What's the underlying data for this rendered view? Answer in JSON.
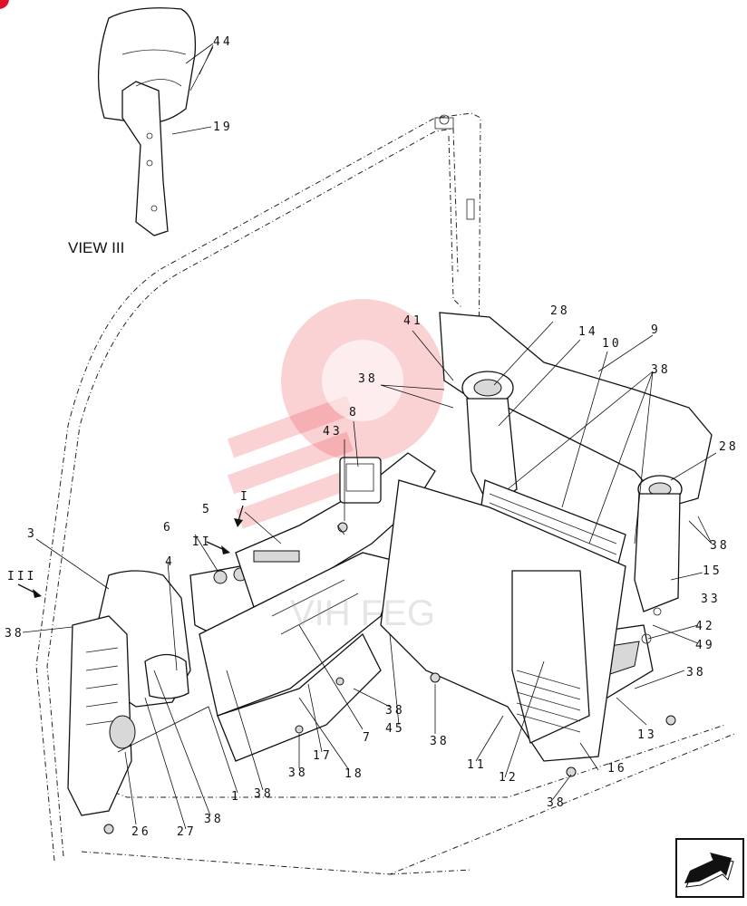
{
  "view_label": "VIEW III",
  "callouts": {
    "c44": "44",
    "c19": "19",
    "c41": "41",
    "c28a": "28",
    "c14": "14",
    "c9": "9",
    "c10": "10",
    "c38a": "38",
    "c38b": "38",
    "c8": "8",
    "c43": "43",
    "c28b": "28",
    "c5": "5",
    "c6": "6",
    "c3": "3",
    "c4": "4",
    "c38c": "38",
    "c38d": "38",
    "c15": "15",
    "c33": "33",
    "c42": "42",
    "c49": "49",
    "c38e": "38",
    "c13": "13",
    "c38f": "38",
    "c45": "45",
    "c38g": "38",
    "c7": "7",
    "c17": "17",
    "c18": "18",
    "c38h": "38",
    "c11": "11",
    "c12": "12",
    "c16": "16",
    "c38i": "38",
    "c38j": "38",
    "c1": "1",
    "c38k": "38",
    "c27": "27",
    "c26": "26",
    "c38l": "38"
  },
  "view_markers": {
    "m1": "I",
    "m2": "II",
    "m3": "III"
  },
  "watermark_text": "VIH FEG",
  "icons": {
    "corner": "red-dot-icon",
    "nav": "next-page-arrow-icon"
  },
  "colors": {
    "watermark": "#e8333a",
    "corner": "#e0102a"
  }
}
